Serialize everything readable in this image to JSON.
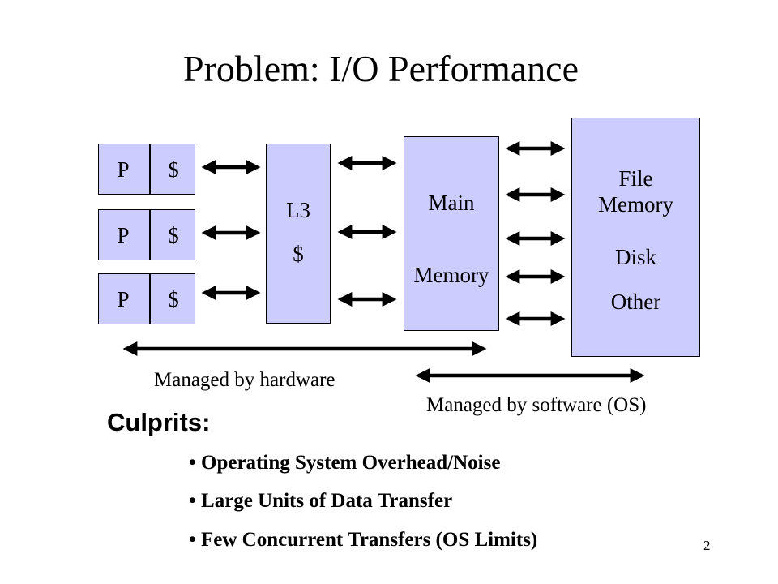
{
  "title": "Problem: I/O Performance",
  "diagram": {
    "processors": [
      {
        "p": "P",
        "cache": "$"
      },
      {
        "p": "P",
        "cache": "$"
      },
      {
        "p": "P",
        "cache": "$"
      }
    ],
    "l3": {
      "line1": "L3",
      "line2": "$"
    },
    "main_memory": {
      "line1": "Main",
      "line2": "Memory"
    },
    "file_memory": {
      "line1": "File",
      "line2": "Memory",
      "line3": "Disk",
      "line4": "Other"
    },
    "managed_hw": "Managed by hardware",
    "managed_sw": "Managed by software (OS)"
  },
  "culprits": {
    "heading": "Culprits:",
    "items": [
      "Operating System Overhead/Noise",
      "Large Units of Data Transfer",
      "Few Concurrent Transfers (OS Limits)"
    ]
  },
  "page_number": "2"
}
